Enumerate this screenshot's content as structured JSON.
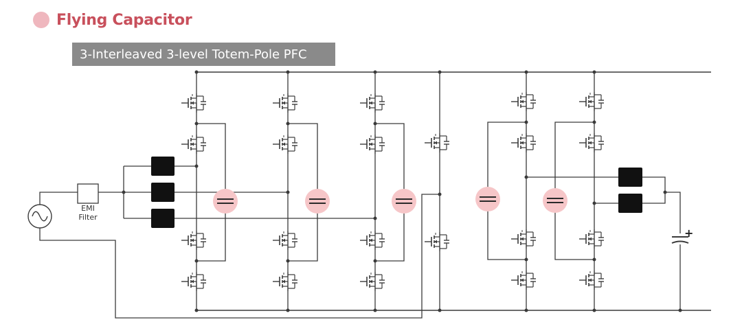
{
  "section": {
    "title": "Flying Capacitor",
    "bullet_color": "#efb7be",
    "title_color": "#c8505c"
  },
  "subtitle": "3-Interleaved 3-level Totem-Pole PFC",
  "circuit": {
    "emi_label_line1": "EMI",
    "emi_label_line2": "Filter",
    "source_icon": "ac-source-icon",
    "dc_output_polarity": "+",
    "highlight_color": "#f6c6c8",
    "wire_color": "#3a3a3a",
    "inductor_color": "#111111"
  }
}
